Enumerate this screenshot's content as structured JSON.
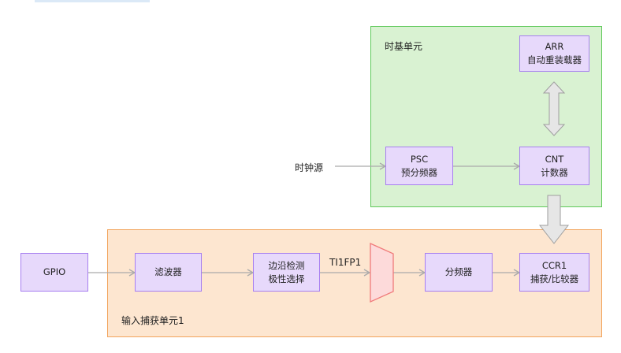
{
  "regions": {
    "timebase": {
      "label": "时基单元"
    },
    "capture": {
      "label": "输入捕获单元1"
    }
  },
  "nodes": {
    "arr": {
      "line1": "ARR",
      "line2": "自动重装载器"
    },
    "psc": {
      "line1": "PSC",
      "line2": "预分频器"
    },
    "cnt": {
      "line1": "CNT",
      "line2": "计数器"
    },
    "gpio": {
      "line1": "GPIO"
    },
    "filter": {
      "line1": "滤波器"
    },
    "edge": {
      "line1": "边沿检测",
      "line2": "极性选择"
    },
    "divider": {
      "line1": "分频器"
    },
    "ccr1": {
      "line1": "CCR1",
      "line2": "捕获/比较器"
    }
  },
  "labels": {
    "clock_source": "时钟源",
    "ti1fp1": "TI1FP1"
  },
  "colors": {
    "green_fill": "#d9f2d2",
    "green_border": "#5fc95a",
    "orange_fill": "#fde6d0",
    "orange_border": "#f2a45c",
    "node_fill": "#e7d9fb",
    "node_border": "#a77ff0",
    "mux_fill": "#fddada",
    "mux_border": "#f07a7a",
    "connector": "#aaaaaa"
  }
}
